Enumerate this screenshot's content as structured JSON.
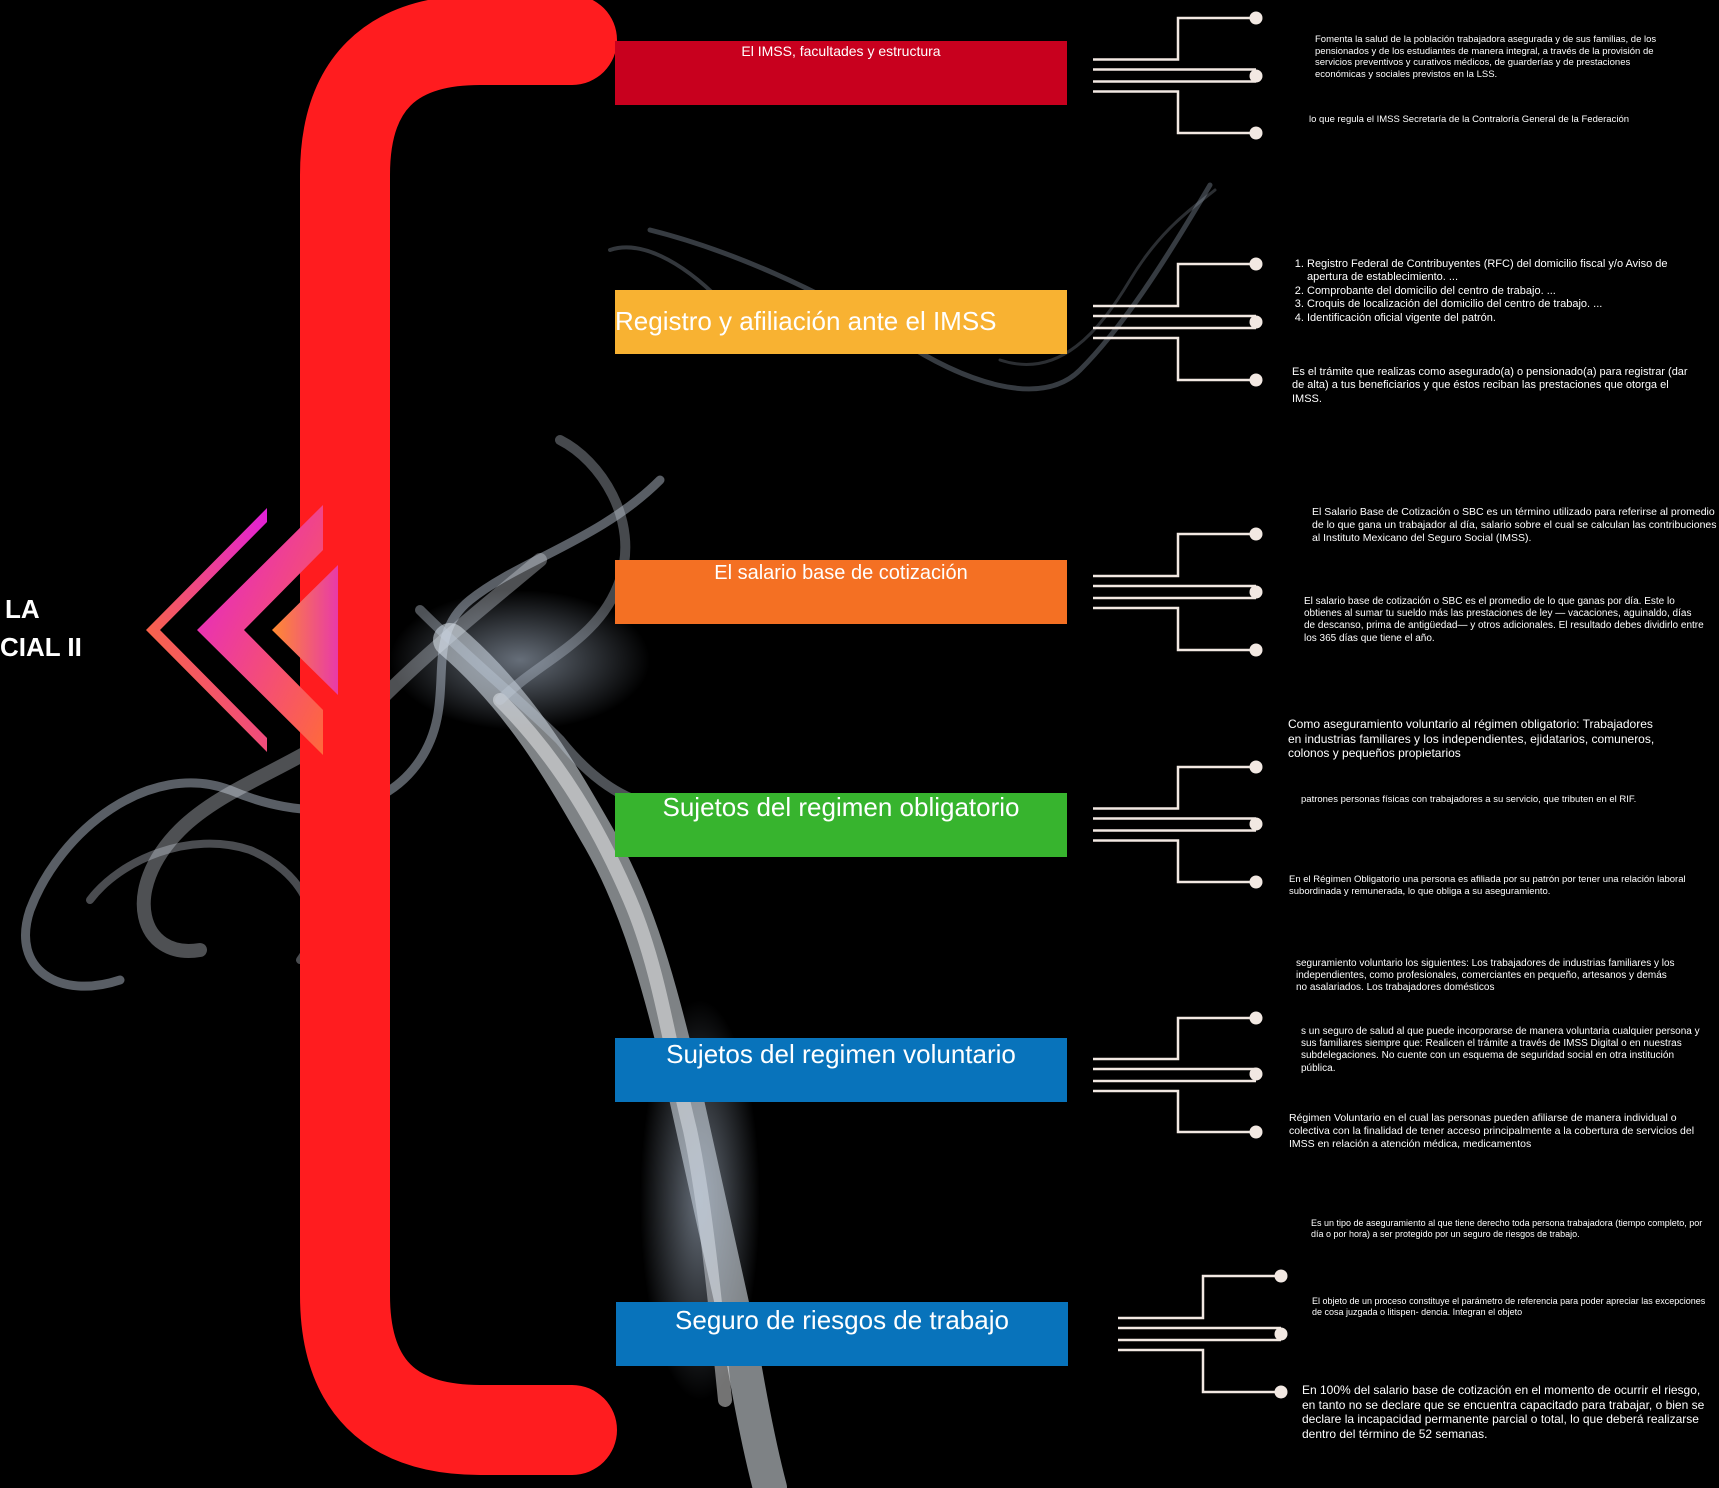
{
  "title": {
    "line1": "LA",
    "line2": "CIAL II"
  },
  "colors": {
    "background": "#000000",
    "bracket": "#ff1c1f",
    "connector": "#f2e8e2",
    "red": "#c8001e",
    "yellow": "#f8b232",
    "orange": "#f47023",
    "green": "#37b42e",
    "blue": "#0873bb"
  },
  "topics": [
    {
      "label": "El IMSS, facultades y estructura",
      "color": "#c8001e",
      "notes": [
        "Fomenta la salud de la población trabajadora asegurada y de sus familias, de los pensionados y de los estudiantes de manera integral, a través de la provisión de servicios preventivos y curativos médicos, de guarderías y de prestaciones económicas y sociales previstos en la LSS.",
        "lo que regula el IMSS Secretaría de la Contraloría General de la Federación"
      ]
    },
    {
      "label": "Registro y afiliación ante el IMSS",
      "color": "#f8b232",
      "list": [
        "Registro Federal de Contribuyentes (RFC) del domicilio fiscal y/o Aviso de apertura de establecimiento. ...",
        "Comprobante del domicilio del centro de trabajo. ...",
        "Croquis de localización del domicilio del centro de trabajo. ...",
        "Identificación oficial vigente del patrón."
      ],
      "notes": [
        "Es el trámite que realizas como asegurado(a) o pensionado(a) para registrar (dar de alta) a tus beneficiarios y que éstos reciban las prestaciones que otorga el IMSS."
      ]
    },
    {
      "label": "El salario base de cotización",
      "color": "#f47023",
      "notes": [
        "El Salario Base de Cotización o SBC es un término utilizado para referirse al promedio de lo que gana un trabajador al día, salario sobre el cual se calculan las contribuciones al Instituto Mexicano del Seguro Social (IMSS).",
        "El salario base de cotización o SBC es el promedio de lo que ganas por día. Este lo obtienes al sumar tu sueldo más las prestaciones de ley — vacaciones, aguinaldo, días de descanso, prima de antigüedad— y otros adicionales. El resultado debes dividirlo entre los 365 días que tiene el año."
      ]
    },
    {
      "label": "Sujetos del regimen obligatorio",
      "color": "#37b42e",
      "notes": [
        "Como aseguramiento voluntario al régimen obligatorio: Trabajadores en industrias familiares y los independientes, ejidatarios, comuneros, colonos y pequeños propietarios",
        "patrones personas físicas con trabajadores a su servicio, que tributen en el RIF.",
        "En el Régimen Obligatorio una persona es afiliada por su patrón por tener una relación laboral subordinada y remunerada, lo que obliga a su aseguramiento."
      ]
    },
    {
      "label": "Sujetos del regimen voluntario",
      "color": "#0873bb",
      "notes": [
        "seguramiento voluntario los siguientes: Los trabajadores de industrias familiares y los independientes, como profesionales, comerciantes en pequeño, artesanos y demás no asalariados. Los trabajadores domésticos",
        "s un seguro de salud al que puede incorporarse de manera voluntaria cualquier persona y sus familiares siempre que: Realicen el trámite a través de IMSS Digital o en nuestras subdelegaciones. No cuente con un esquema de seguridad social en otra institución pública.",
        "Régimen Voluntario en el cual las personas pueden afiliarse de manera individual o colectiva con la finalidad de tener acceso principalmente a la cobertura de servicios del IMSS en relación a atención médica, medicamentos"
      ]
    },
    {
      "label": "Seguro de riesgos de trabajo",
      "color": "#0873bb",
      "notes": [
        "Es un tipo de aseguramiento al que tiene derecho toda persona trabajadora (tiempo completo, por día o por hora) a ser protegido por un seguro de riesgos de trabajo.",
        "El objeto de un proceso constituye el parámetro de referencia para poder apreciar las excepciones de cosa juzgada o litispen- dencia. Integran el objeto",
        "En 100% del salario base de cotización en el momento de ocurrir el riesgo, en tanto no se declare que se encuentra capacitado para trabajar, o bien se declare la incapacidad permanente parcial o total, lo que deberá realizarse dentro del término de 52 semanas."
      ]
    }
  ]
}
